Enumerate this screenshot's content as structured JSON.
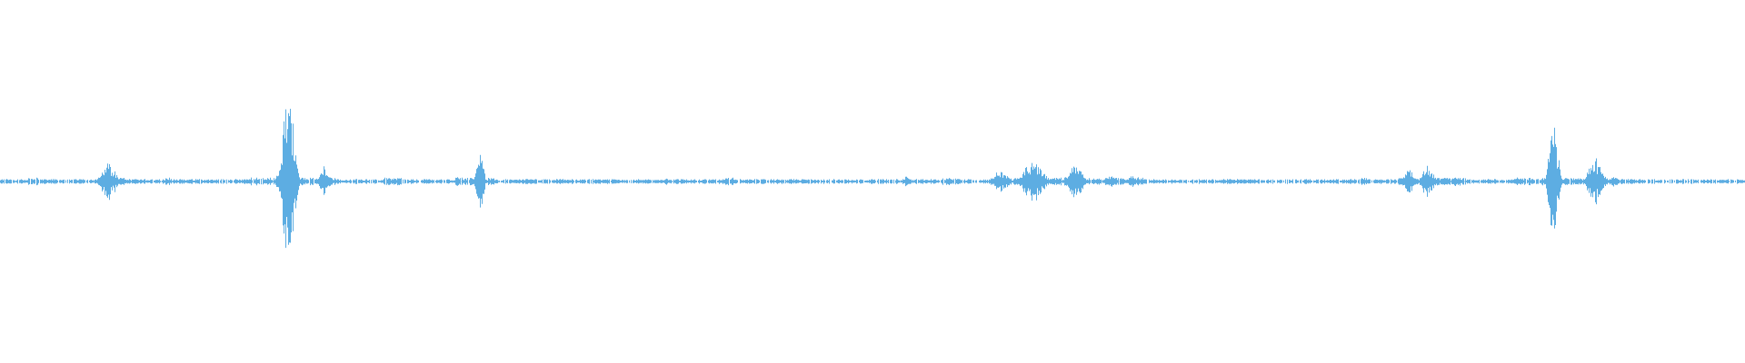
{
  "waveform": {
    "color": "#5dade2",
    "background": "#ffffff",
    "baseline_amplitude": 0.012,
    "bursts": [
      {
        "position": 0.062,
        "amplitude": 0.11,
        "width": 0.006
      },
      {
        "position": 0.096,
        "amplitude": 0.03,
        "width": 0.003
      },
      {
        "position": 0.165,
        "amplitude": 0.58,
        "width": 0.005
      },
      {
        "position": 0.186,
        "amplitude": 0.09,
        "width": 0.004
      },
      {
        "position": 0.262,
        "amplitude": 0.03,
        "width": 0.002
      },
      {
        "position": 0.275,
        "amplitude": 0.18,
        "width": 0.003
      },
      {
        "position": 0.382,
        "amplitude": 0.02,
        "width": 0.003
      },
      {
        "position": 0.519,
        "amplitude": 0.03,
        "width": 0.003
      },
      {
        "position": 0.573,
        "amplitude": 0.07,
        "width": 0.006
      },
      {
        "position": 0.592,
        "amplitude": 0.13,
        "width": 0.008
      },
      {
        "position": 0.616,
        "amplitude": 0.11,
        "width": 0.006
      },
      {
        "position": 0.636,
        "amplitude": 0.04,
        "width": 0.004
      },
      {
        "position": 0.648,
        "amplitude": 0.04,
        "width": 0.003
      },
      {
        "position": 0.807,
        "amplitude": 0.09,
        "width": 0.004
      },
      {
        "position": 0.818,
        "amplitude": 0.1,
        "width": 0.005
      },
      {
        "position": 0.835,
        "amplitude": 0.03,
        "width": 0.004
      },
      {
        "position": 0.89,
        "amplitude": 0.37,
        "width": 0.004
      },
      {
        "position": 0.914,
        "amplitude": 0.14,
        "width": 0.006
      },
      {
        "position": 0.925,
        "amplitude": 0.03,
        "width": 0.003
      }
    ],
    "quiet_segments": [
      {
        "start": 0.0,
        "end": 0.016
      },
      {
        "start": 0.024,
        "end": 0.058
      },
      {
        "start": 0.072,
        "end": 0.14
      },
      {
        "start": 0.192,
        "end": 0.22
      },
      {
        "start": 0.232,
        "end": 0.26
      },
      {
        "start": 0.283,
        "end": 0.415
      },
      {
        "start": 0.42,
        "end": 0.54
      },
      {
        "start": 0.55,
        "end": 0.568
      },
      {
        "start": 0.655,
        "end": 0.78
      },
      {
        "start": 0.785,
        "end": 0.8
      },
      {
        "start": 0.84,
        "end": 0.868
      },
      {
        "start": 0.93,
        "end": 1.0
      }
    ]
  }
}
